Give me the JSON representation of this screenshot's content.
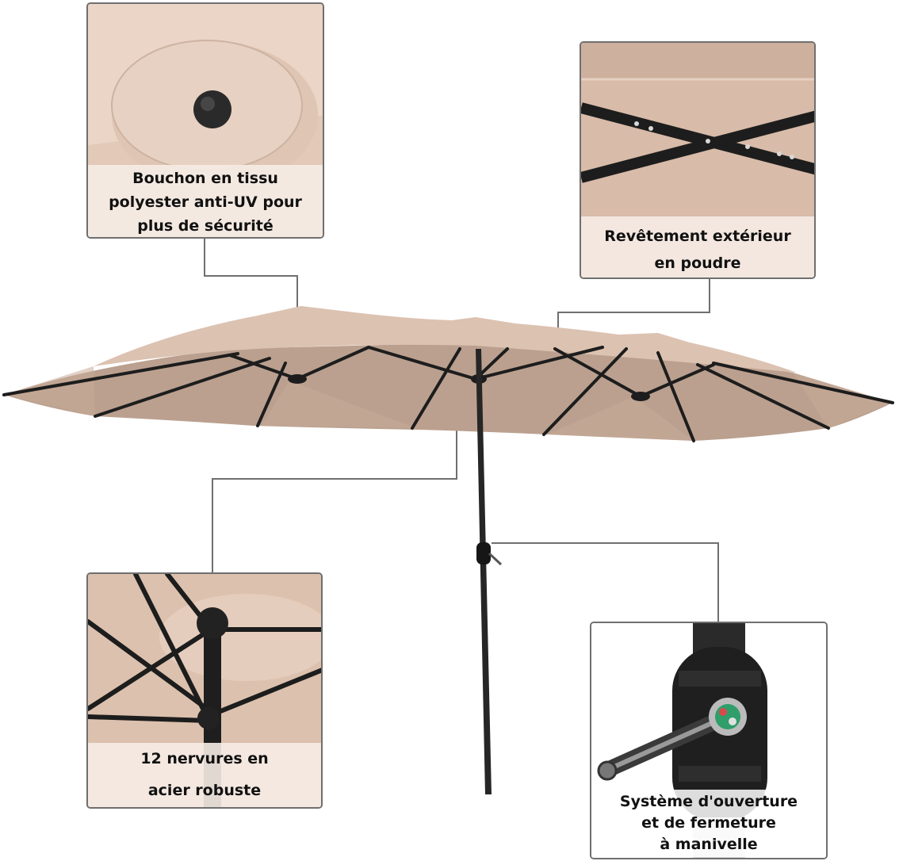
{
  "callouts": {
    "fabric_cap": {
      "lines": [
        "Bouchon en tissu",
        "polyester anti-UV pour",
        "plus de sécurité"
      ]
    },
    "coating": {
      "lines": [
        "Revêtement extérieur",
        "en poudre"
      ]
    },
    "ribs": {
      "lines": [
        "12 nervures en",
        "acier robuste"
      ]
    },
    "crank": {
      "lines": [
        "Système d'ouverture",
        "et de fermeture",
        "à manivelle"
      ]
    }
  },
  "colors": {
    "canopy": "#d6b8a6",
    "canopy_shadow": "#a88b7a",
    "frame": "#1d1d1d",
    "leader_line": "#6f6f6f",
    "caption_bg": "#f6ece5"
  }
}
